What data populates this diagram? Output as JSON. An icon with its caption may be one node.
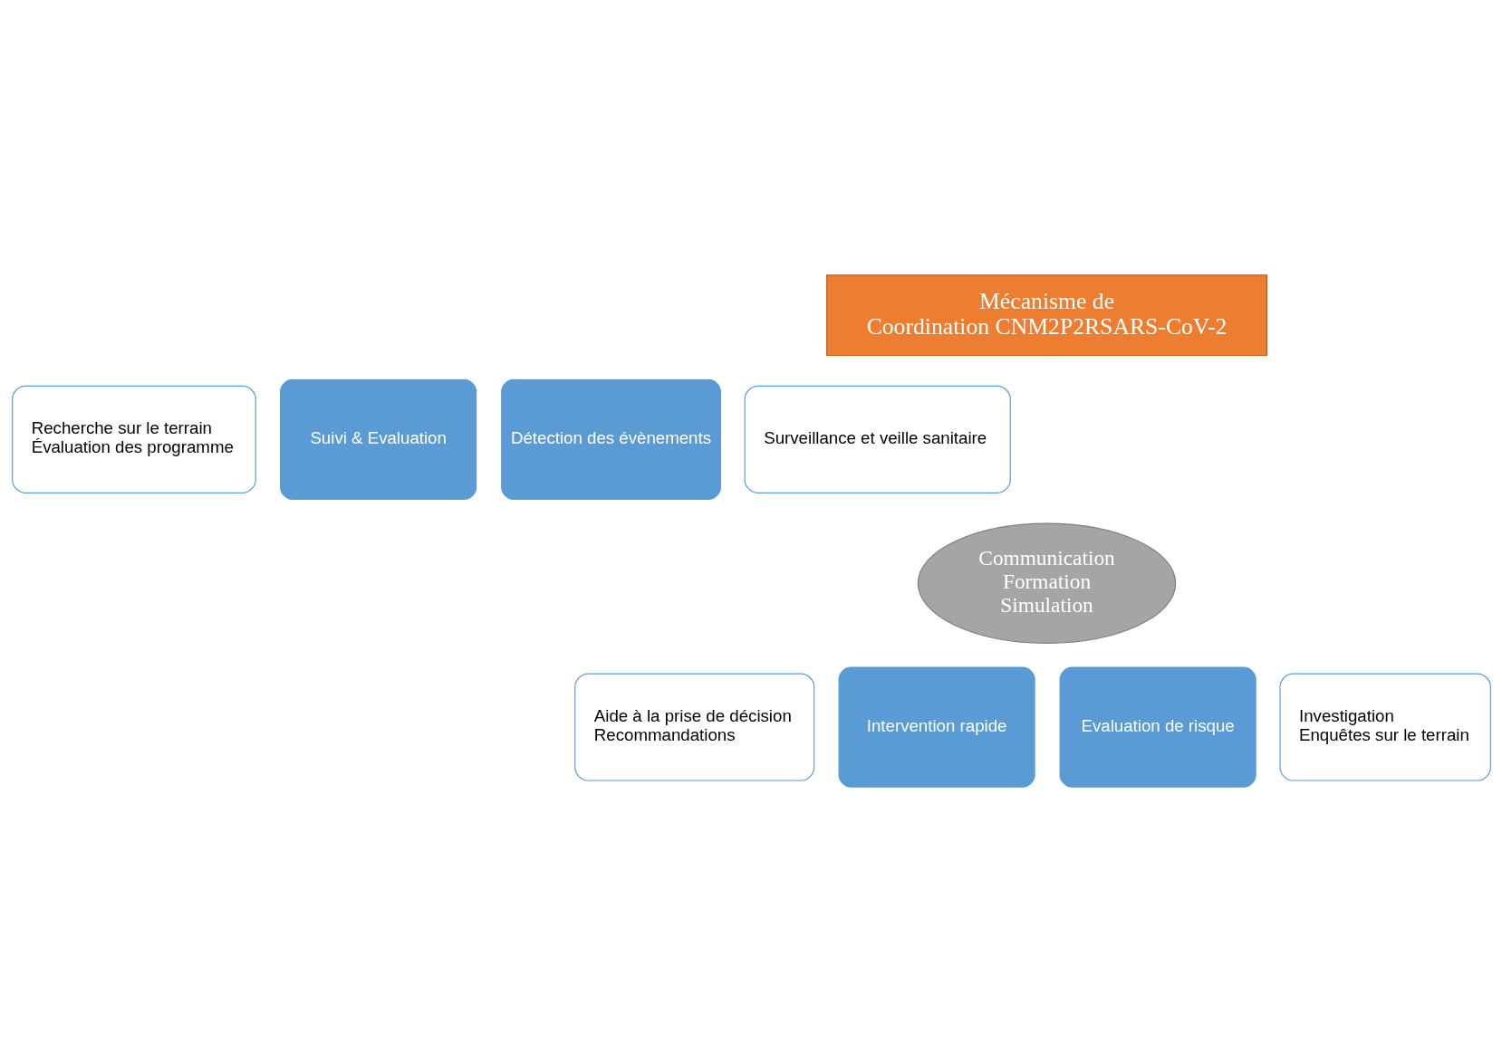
{
  "diagram": {
    "nodes": [
      {
        "text": [
          "Mécanisme de Coordination CNM2P2RSARS-CoV-2"
        ]
      },
      {
        "text": [
          "Recherche sur le terrain",
          "Évaluation des programme"
        ]
      },
      {
        "text": [
          "Suivi & Evaluation"
        ]
      },
      {
        "text": [
          "Détection des évènements"
        ]
      },
      {
        "text": [
          "Surveillance et veille sanitaire"
        ]
      },
      {
        "text": [
          "Communication Formation Simulation"
        ]
      },
      {
        "text": [
          "Intervention rapide"
        ]
      },
      {
        "text": [
          "Evaluation de risque"
        ]
      },
      {
        "text": [
          "Aide à la prise de décision",
          "Recommandations"
        ]
      },
      {
        "text": [
          "Investigation",
          "Enquêtes sur le terrain"
        ]
      }
    ],
    "edges": []
  }
}
